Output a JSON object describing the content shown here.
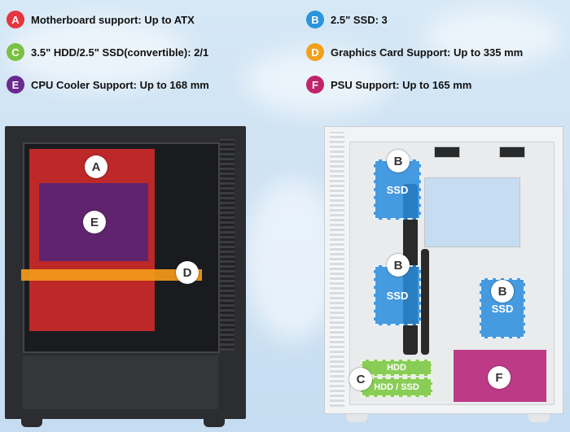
{
  "specs": [
    {
      "letter": "A",
      "text": "Motherboard support: Up to ATX",
      "color": "#e5363d"
    },
    {
      "letter": "B",
      "text": "2.5\" SSD: 3",
      "color": "#2b95dc"
    },
    {
      "letter": "C",
      "text": "3.5\" HDD/2.5\" SSD(convertible): 2/1",
      "color": "#7cc043"
    },
    {
      "letter": "D",
      "text": "Graphics Card Support: Up to 335 mm",
      "color": "#f1a11e"
    },
    {
      "letter": "E",
      "text": "CPU Cooler Support: Up to 168 mm",
      "color": "#6a2a8e"
    },
    {
      "letter": "F",
      "text": "PSU Support: Up to 165 mm",
      "color": "#c0246b"
    }
  ],
  "black_case": {
    "labels": {
      "a": "A",
      "e": "E",
      "d": "D"
    },
    "colors": {
      "motherboard": "#d42a2a",
      "cooler": "#5b2472",
      "gpu": "#f39a1a"
    }
  },
  "white_case": {
    "labels": {
      "b": "B",
      "c": "C",
      "f": "F"
    },
    "ssd_labels": [
      "SSD",
      "SSD",
      "SSD"
    ],
    "hdd_labels": [
      "HDD",
      "HDD / SSD"
    ],
    "colors": {
      "ssd": "#2b8cdc",
      "hdd": "#78c83c",
      "psu": "#b8287a"
    }
  }
}
